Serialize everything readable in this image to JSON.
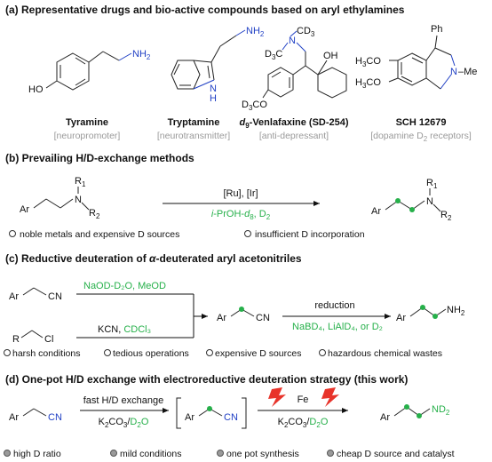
{
  "colors": {
    "green": "#26b04a",
    "blue": "#1f3fc4",
    "red": "#e8332a",
    "gray": "#9a9a9a"
  },
  "sections": {
    "a": {
      "title": "(a) Representative drugs and bio-active compounds based on aryl ethylamines",
      "compounds": [
        {
          "name": "Tyramine",
          "desc": "[neuropromoter]",
          "atoms": {
            "nh2": "NH",
            "nh2_sub": "2",
            "ho": "HO"
          }
        },
        {
          "name": "Tryptamine",
          "desc": "[neurotransmitter]",
          "atoms": {
            "nh2": "NH",
            "nh2_sub": "2",
            "nh": "N",
            "h": "H"
          }
        },
        {
          "name_prefix": "d",
          "name_sub": "9",
          "name_rest": "-Venlafaxine (SD-254)",
          "desc": "[anti-depressant]",
          "atoms": {
            "n": "N",
            "cd3_top": "CD",
            "cd3_top_sub": "3",
            "cd3_left": "D",
            "cd3_left_sub": "3",
            "cd3_left_rest": "C",
            "oh": "OH",
            "ocd3": "D",
            "ocd3_sub": "3",
            "ocd3_rest": "CO"
          }
        },
        {
          "name": "SCH 12679",
          "desc_pre": "[dopamine D",
          "desc_sub": "2",
          "desc_post": " receptors]",
          "atoms": {
            "ph": "Ph",
            "h3co1": "H",
            "h3co1_sub": "3",
            "h3co1_rest": "CO",
            "h3co2": "H",
            "h3co2_sub": "3",
            "h3co2_rest": "CO",
            "n": "N",
            "me": "–Me"
          }
        }
      ]
    },
    "b": {
      "title": "(b) Prevailing H/D-exchange methods",
      "reagent_top": "[Ru], [Ir]",
      "reagent_bottom_pre": "i",
      "reagent_bottom_mid": "-PrOH-",
      "reagent_bottom_d": "d",
      "reagent_bottom_sub": "8",
      "reagent_bottom_post": ", D",
      "reagent_bottom_sub2": "2",
      "atoms": {
        "ar": "Ar",
        "n": "N",
        "r1": "R",
        "r1_sub": "1",
        "r2": "R",
        "r2_sub": "2"
      },
      "notes": [
        "noble metals and expensive D sources",
        "insufficient D incorporation"
      ]
    },
    "c": {
      "title_pre": "(c) Reductive deuteration of ",
      "title_alpha": "α",
      "title_post": "-deuterated aryl acetonitriles",
      "reagent1": "NaOD-D₂O, MeOD",
      "reagent2_pre": "KCN, ",
      "reagent2_green": "CDCl₃",
      "reduction_label": "reduction",
      "reduction_reagents": "NaBD₄, LiAlD₄, or D₂",
      "atoms": {
        "ar": "Ar",
        "cn": "CN",
        "r": "R",
        "cl": "Cl",
        "nh2": "NH",
        "nh2_sub": "2"
      },
      "notes": [
        "harsh conditions",
        "tedious operations",
        "expensive D sources",
        "hazardous chemical wastes"
      ]
    },
    "d": {
      "title": "(d) One-pot H/D exchange with electroreductive deuteration strategy (this work)",
      "step1_label": "fast H/D exchange",
      "step1_reagents_pre": "K",
      "step1_reagents_sub": "2",
      "step1_reagents_mid": "CO",
      "step1_reagents_sub2": "3",
      "step1_reagents_sep": "/",
      "step1_reagents_green": "D",
      "step1_reagents_green_sub": "2",
      "step1_reagents_green_rest": "O",
      "step2_metal": "Fe",
      "atoms": {
        "ar": "Ar",
        "cn": "CN",
        "nd2": "ND",
        "nd2_sub": "2"
      },
      "notes": [
        "high D ratio",
        "mild conditions",
        "one pot synthesis",
        "cheap D source and catalyst"
      ]
    }
  }
}
